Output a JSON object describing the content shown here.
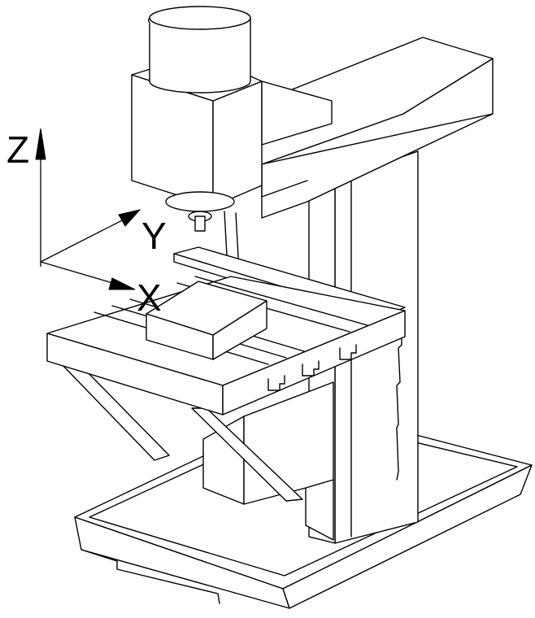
{
  "axes": {
    "z_label": "Z",
    "y_label": "Y",
    "x_label": "X"
  },
  "colors": {
    "line": "#000000",
    "background": "#ffffff"
  }
}
